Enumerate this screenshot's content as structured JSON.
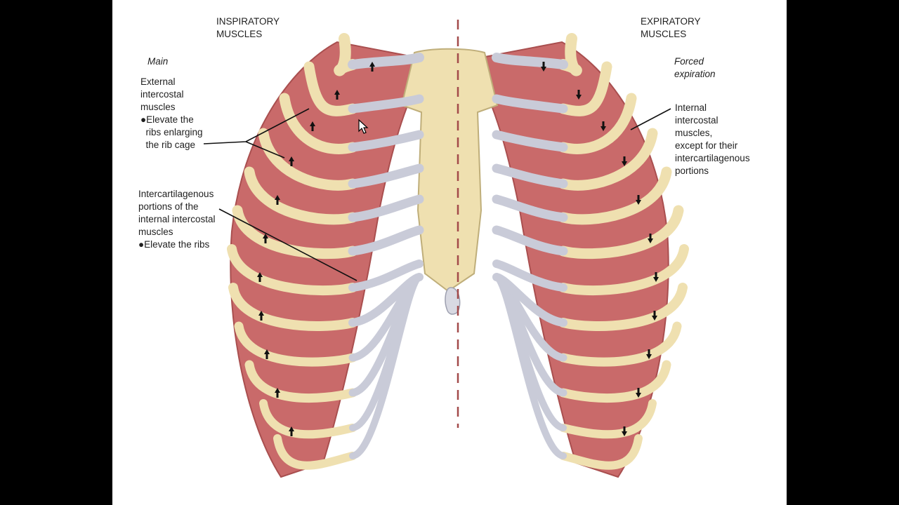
{
  "headings": {
    "inspiratory": "INSPIRATORY\nMUSCLES",
    "expiratory": "EXPIRATORY\nMUSCLES"
  },
  "left_labels": {
    "main": "Main",
    "external": "External\nintercostal\nmuscles\n●Elevate the\n  ribs enlarging\n  the rib cage",
    "intercartilagenous": "Intercartilagenous\nportions of the\ninternal intercostal\nmuscles\n●Elevate the ribs"
  },
  "right_labels": {
    "forced": "Forced\nexpiration",
    "internal": "Internal\nintercostal\nmuscles,\nexcept for their\nintercartilagenous\nportions"
  },
  "colors": {
    "muscle": "#c96a6a",
    "muscle_dark": "#a94f4f",
    "bone": "#efe0b0",
    "cartilage": "#c9cbd8",
    "midline": "#a34a4a",
    "frame": "#000000",
    "slide": "#ffffff"
  },
  "icons": {
    "cursor": "mouse-pointer-icon",
    "arrow_up": "arrow-up-icon",
    "arrow_down": "arrow-down-icon"
  }
}
